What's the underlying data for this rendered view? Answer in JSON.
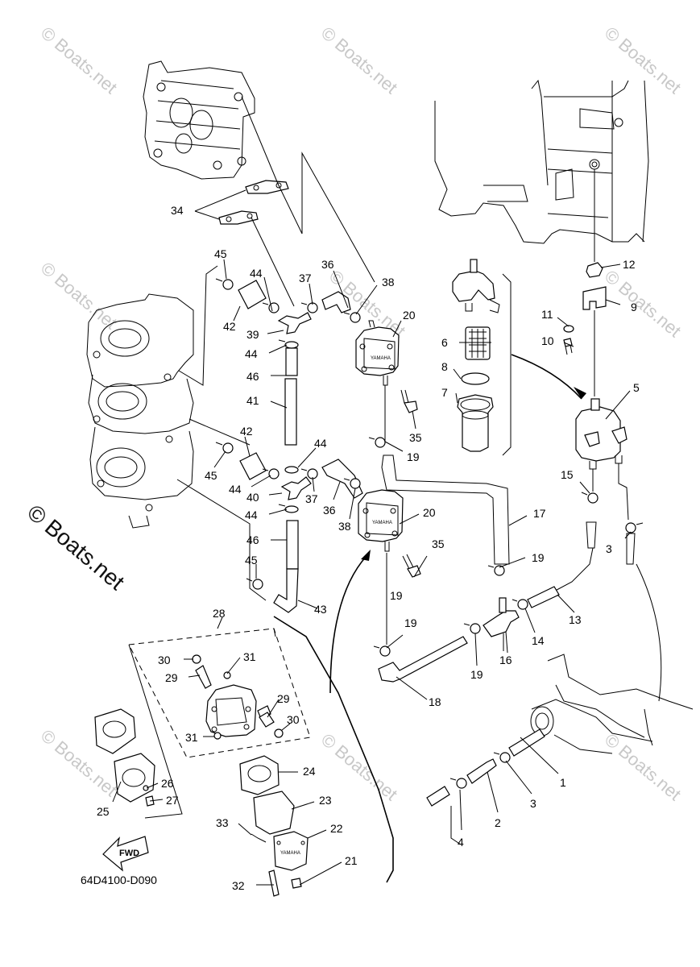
{
  "watermarks": [
    "© Boats.net",
    "© Boats.net",
    "© Boats.net",
    "© Boats.net",
    "© Boats.net",
    "© Boats.net",
    "© Boats.net",
    "© Boats.net",
    "© Boats.net"
  ],
  "watermark_main": "© Boats.net",
  "diagram_code": "64D4100-D090",
  "fwd_label": "FWD",
  "pump_label": "YAMAHA",
  "part_numbers": [
    "1",
    "2",
    "3",
    "3",
    "4",
    "5",
    "6",
    "7",
    "8",
    "9",
    "10",
    "11",
    "12",
    "13",
    "14",
    "15",
    "16",
    "17",
    "18",
    "19",
    "19",
    "19",
    "19",
    "19",
    "20",
    "20",
    "21",
    "22",
    "23",
    "24",
    "25",
    "26",
    "27",
    "28",
    "29",
    "29",
    "30",
    "30",
    "31",
    "31",
    "32",
    "33",
    "34",
    "35",
    "35",
    "36",
    "36",
    "37",
    "37",
    "38",
    "38",
    "39",
    "40",
    "41",
    "42",
    "42",
    "43",
    "44",
    "44",
    "44",
    "44",
    "44",
    "45",
    "45",
    "45",
    "46",
    "46"
  ]
}
